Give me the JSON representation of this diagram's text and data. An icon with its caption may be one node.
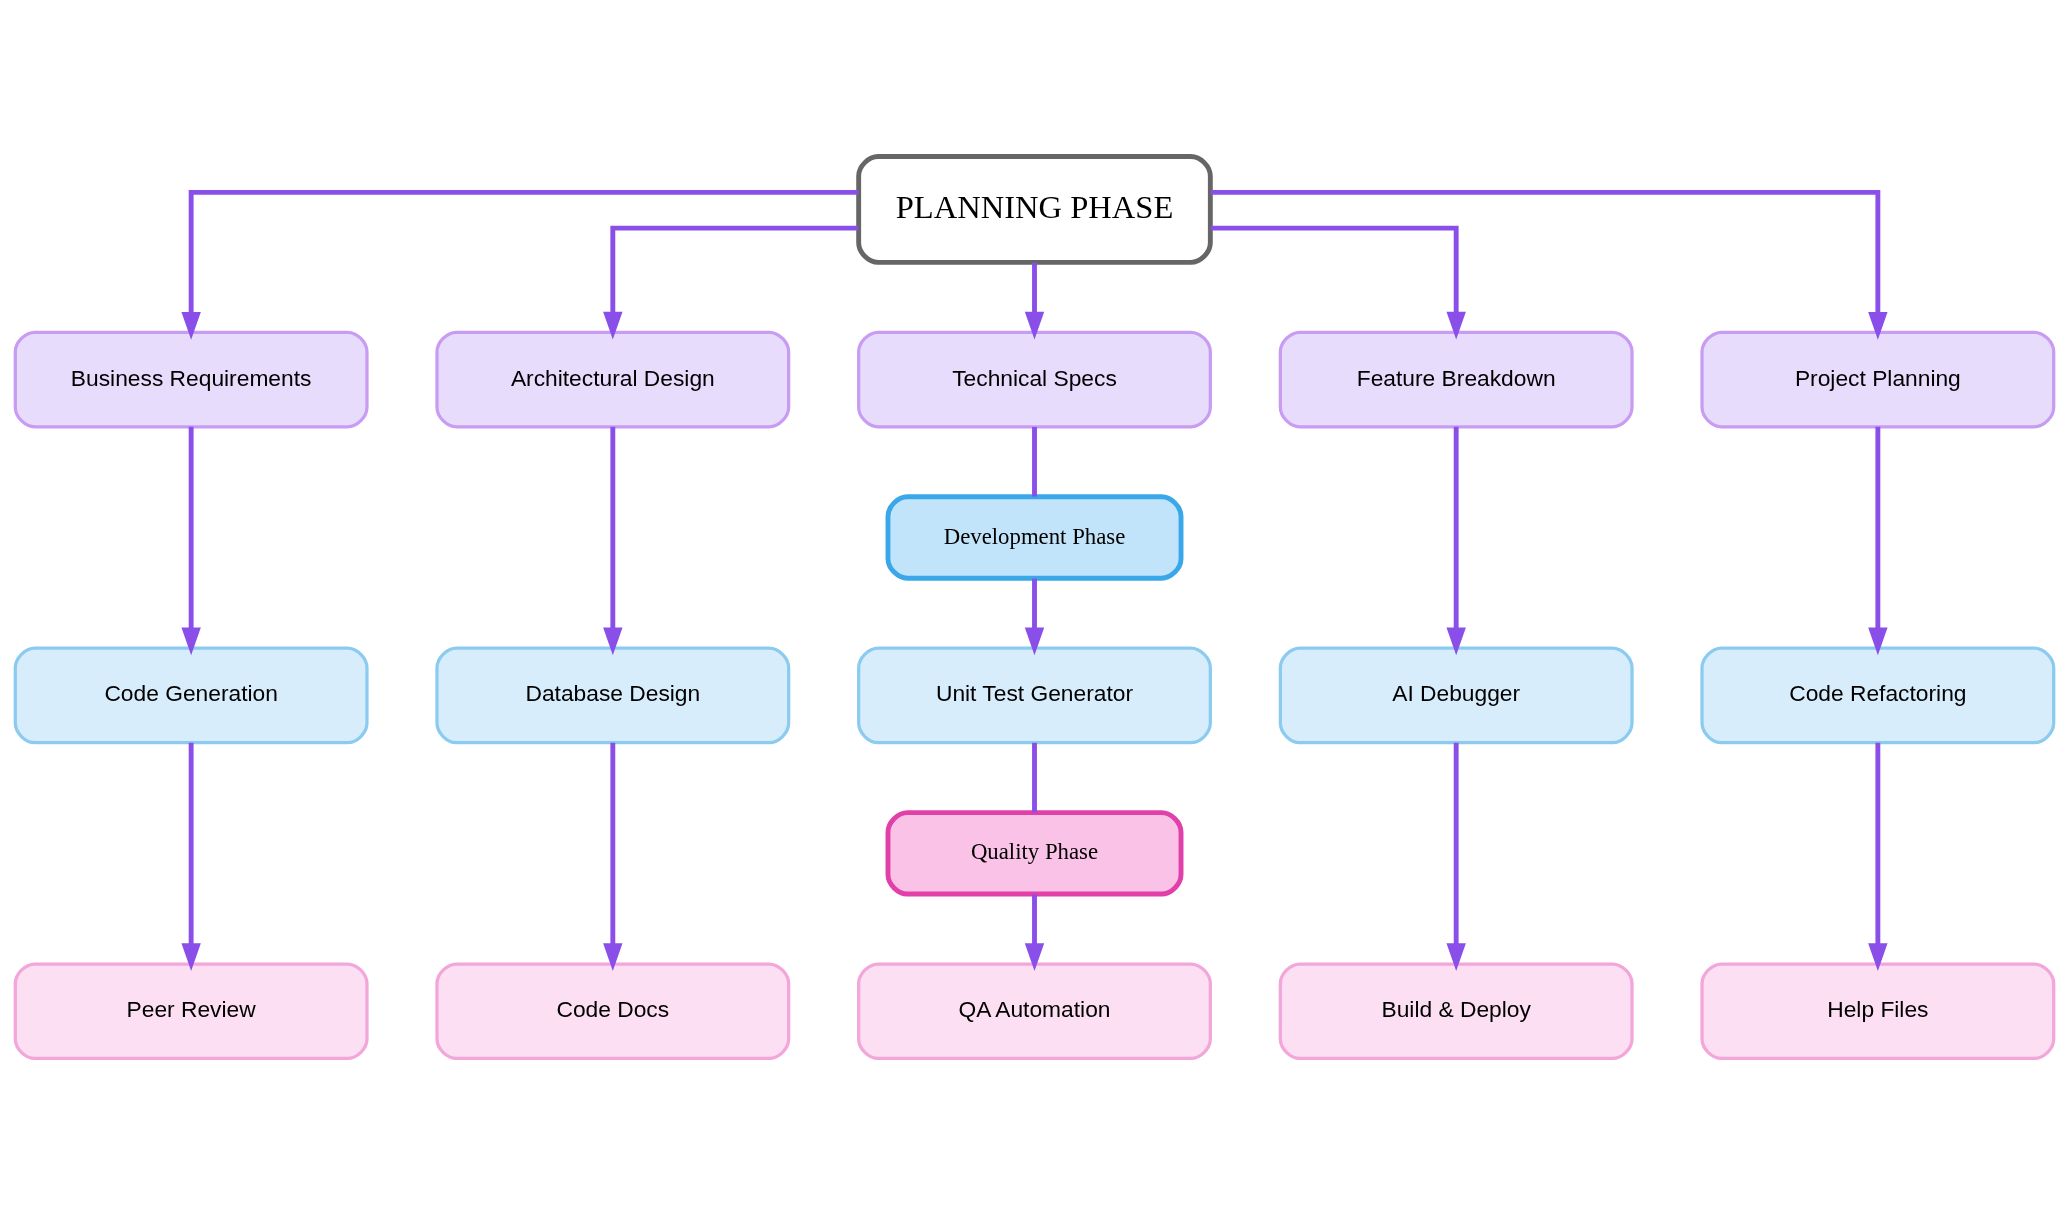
{
  "diagram": {
    "nodes": [
      {
        "text": [
          "PLANNING PHASE"
        ]
      },
      {
        "text": [
          "Business Requirements"
        ]
      },
      {
        "text": [
          "Architectural Design"
        ]
      },
      {
        "text": [
          "Technical Specs"
        ]
      },
      {
        "text": [
          "Feature Breakdown"
        ]
      },
      {
        "text": [
          "Project Planning"
        ]
      },
      {
        "text": [
          "Development Phase"
        ]
      },
      {
        "text": [
          "Code Generation"
        ]
      },
      {
        "text": [
          "Database Design"
        ]
      },
      {
        "text": [
          "Unit Test Generator"
        ]
      },
      {
        "text": [
          "AI Debugger"
        ]
      },
      {
        "text": [
          "Code Refactoring"
        ]
      },
      {
        "text": [
          "Quality Phase"
        ]
      },
      {
        "text": [
          "Peer Review"
        ]
      },
      {
        "text": [
          "Code Docs"
        ]
      },
      {
        "text": [
          "QA Automation"
        ]
      },
      {
        "text": [
          "Build & Deploy"
        ]
      },
      {
        "text": [
          "Help Files"
        ]
      }
    ],
    "edges": [
      {
        "from": 0,
        "to": 1,
        "arrow": "to"
      },
      {
        "from": 0,
        "to": 2,
        "arrow": "to"
      },
      {
        "from": 0,
        "to": 3,
        "arrow": "to"
      },
      {
        "from": 0,
        "to": 4,
        "arrow": "to"
      },
      {
        "from": 0,
        "to": 5,
        "arrow": "to"
      },
      {
        "from": 1,
        "to": 7,
        "arrow": "to"
      },
      {
        "from": 2,
        "to": 8,
        "arrow": "to"
      },
      {
        "from": 3,
        "to": 6,
        "arrow": "none"
      },
      {
        "from": 6,
        "to": 9,
        "arrow": "to"
      },
      {
        "from": 4,
        "to": 10,
        "arrow": "to"
      },
      {
        "from": 5,
        "to": 11,
        "arrow": "to"
      },
      {
        "from": 7,
        "to": 13,
        "arrow": "to"
      },
      {
        "from": 8,
        "to": 14,
        "arrow": "to"
      },
      {
        "from": 9,
        "to": 12,
        "arrow": "none"
      },
      {
        "from": 12,
        "to": 15,
        "arrow": "to"
      },
      {
        "from": 10,
        "to": 16,
        "arrow": "to"
      },
      {
        "from": 11,
        "to": 17,
        "arrow": "to"
      }
    ]
  }
}
